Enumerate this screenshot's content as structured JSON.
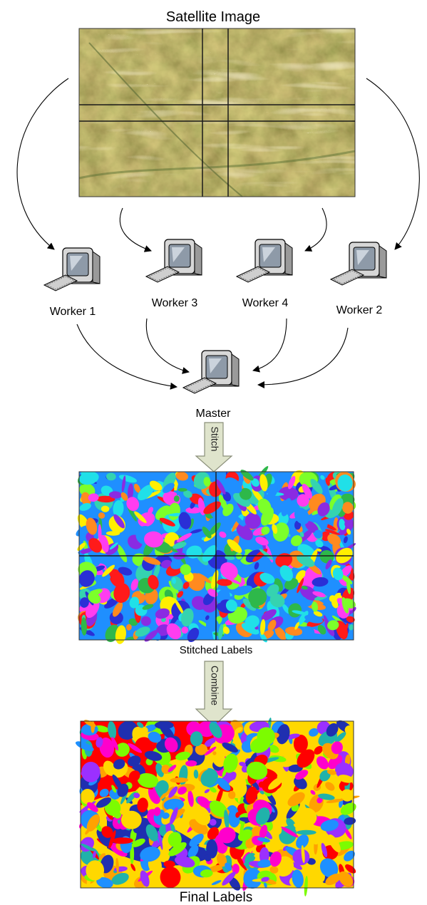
{
  "title": "Satellite Image",
  "workers": [
    {
      "label": "Worker 1"
    },
    {
      "label": "Worker 3"
    },
    {
      "label": "Worker 4"
    },
    {
      "label": "Worker 2"
    }
  ],
  "master_label": "Master",
  "steps": [
    {
      "label": "Stitch"
    },
    {
      "label": "Combine"
    }
  ],
  "stitched_caption": "Stitched Labels",
  "final_caption": "Final Labels",
  "icon": "computer-icon",
  "colors": {
    "arrow_fill": "#dfe4cc",
    "arrow_stroke": "#8a8f7a",
    "satellite_base": "#a7925a",
    "grid_line": "#1a1a1a"
  },
  "stitched_palette": [
    "#2a2fd6",
    "#1f8fff",
    "#20e0e8",
    "#35d3b0",
    "#7cff2a",
    "#ffef00",
    "#ff8a1f",
    "#ff1a1a",
    "#ff3df0",
    "#8a2be2",
    "#2eb84a"
  ],
  "final_palette": [
    "#ff0000",
    "#ffd800",
    "#ffa200",
    "#1f2fb0",
    "#1e90ff",
    "#20b2aa",
    "#7cfc00",
    "#9b30ff",
    "#ff00cc"
  ]
}
